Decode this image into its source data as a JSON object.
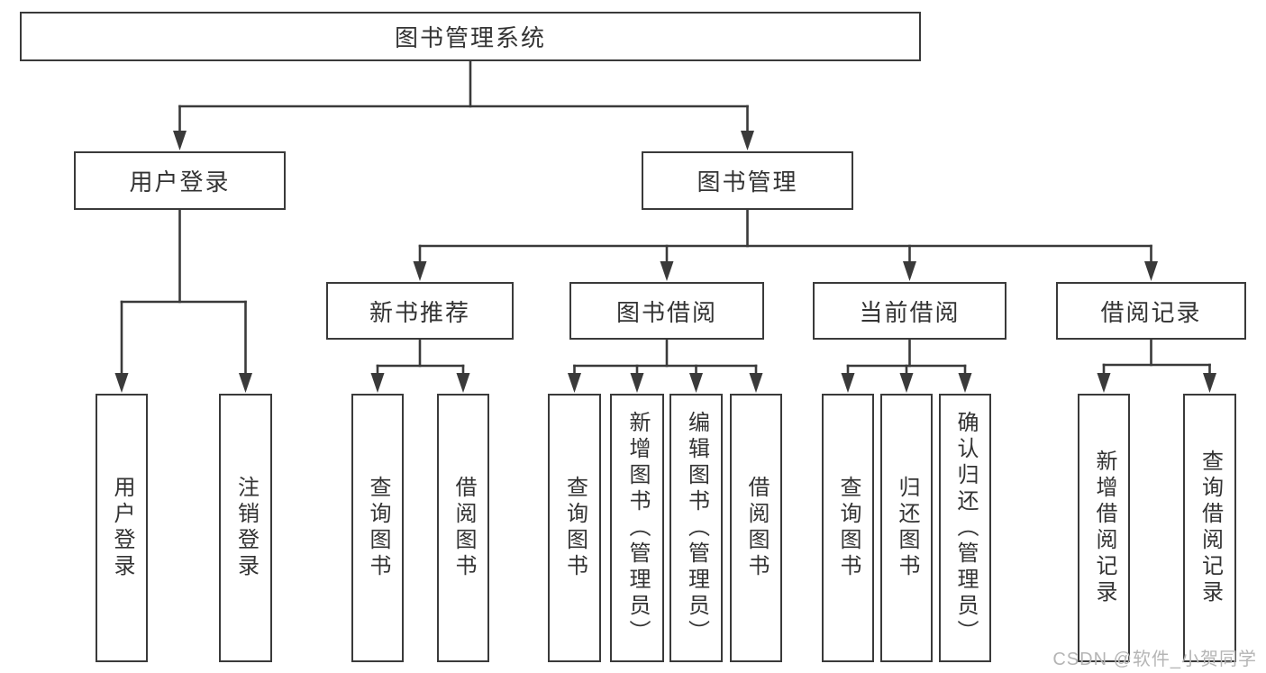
{
  "watermark": {
    "text": "CSDN @软件_小贺同学"
  },
  "colors": {
    "line": "#3a3a3a",
    "text": "#333333",
    "watermark": "#b5b5b5",
    "background": "#ffffff"
  },
  "nodes": {
    "root": {
      "label": "图书管理系统"
    },
    "user_login": {
      "label": "用户登录"
    },
    "book_mgmt": {
      "label": "图书管理"
    },
    "new_book_rec": {
      "label": "新书推荐"
    },
    "book_borrow": {
      "label": "图书借阅"
    },
    "current_borrow": {
      "label": "当前借阅"
    },
    "borrow_records": {
      "label": "借阅记录"
    },
    "leaf_user_login": {
      "label": "用户登录"
    },
    "leaf_logout": {
      "label": "注销登录"
    },
    "leaf_query_book_rec": {
      "label": "查询图书"
    },
    "leaf_borrow_book_rec": {
      "label": "借阅图书"
    },
    "leaf_query_book_borrow": {
      "label": "查询图书"
    },
    "leaf_add_book": {
      "label": "新增图书（管理员）"
    },
    "leaf_edit_book": {
      "label": "编辑图书（管理员）"
    },
    "leaf_borrow_book": {
      "label": "借阅图书"
    },
    "leaf_query_book_current": {
      "label": "查询图书"
    },
    "leaf_return_book": {
      "label": "归还图书"
    },
    "leaf_confirm_return": {
      "label": "确认归还（管理员）"
    },
    "leaf_add_record": {
      "label": "新增借阅记录"
    },
    "leaf_query_record": {
      "label": "查询借阅记录"
    }
  }
}
